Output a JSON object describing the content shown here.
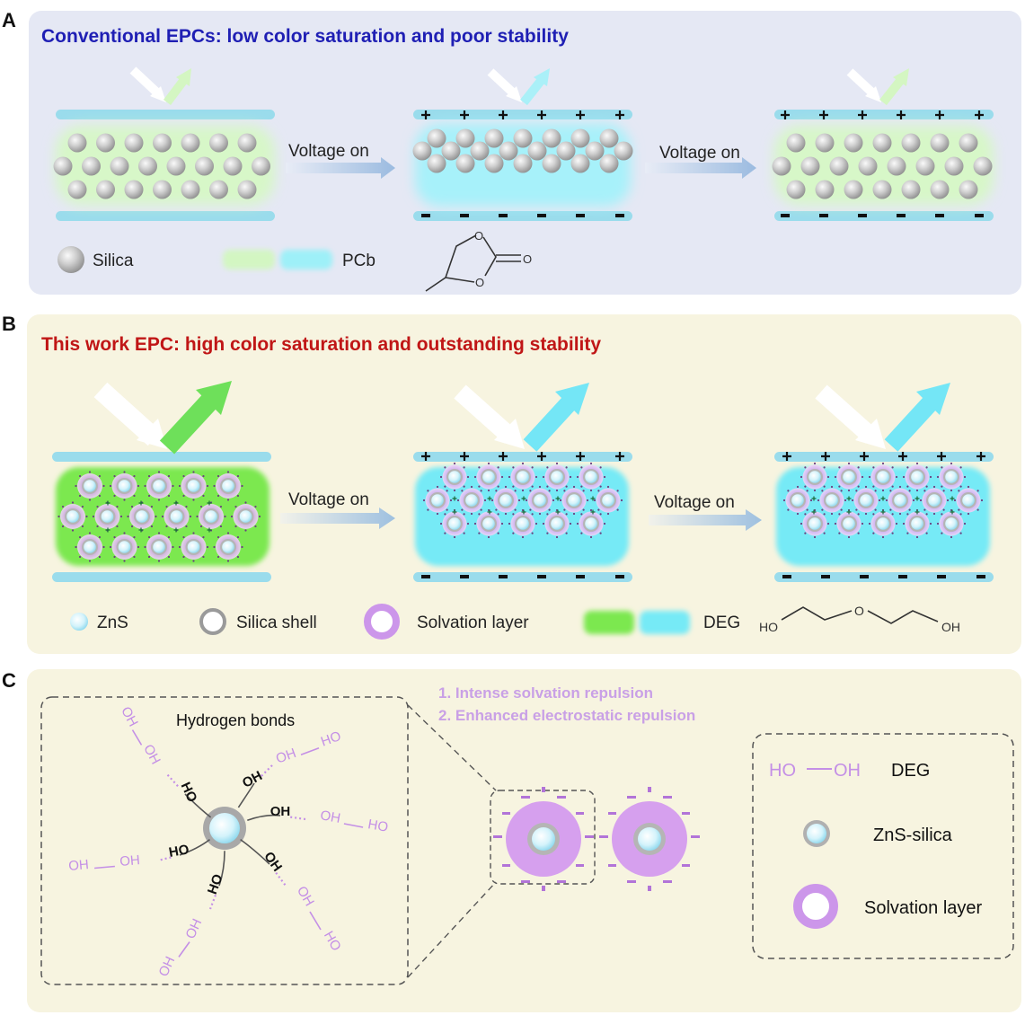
{
  "panel_a": {
    "letter": "A",
    "title": "Conventional EPCs: low color saturation and poor stability",
    "arrow_label_1": "Voltage on",
    "arrow_label_2": "Voltage on",
    "legend": {
      "silica": "Silica",
      "pcb": "PCb"
    },
    "molecule": {
      "o1": "O",
      "o2": "O",
      "o3": "O"
    }
  },
  "panel_b": {
    "letter": "B",
    "title": "This work EPC: high color saturation and outstanding stability",
    "arrow_label_1": "Voltage on",
    "arrow_label_2": "Voltage on",
    "legend": {
      "zns": "ZnS",
      "silica_shell": "Silica shell",
      "solvation": "Solvation layer",
      "deg": "DEG"
    },
    "molecule": {
      "ho": "HO",
      "o": "O",
      "oh": "OH"
    }
  },
  "panel_c": {
    "letter": "C",
    "inset_title": "Hydrogen bonds",
    "notes": [
      "1.  Intense solvation repulsion",
      "2.  Enhanced electrostatic repulsion"
    ],
    "legend": {
      "deg_ho": "HO",
      "deg_oh": "OH",
      "deg": "DEG",
      "zns_silica": "ZnS-silica",
      "solvation": "Solvation layer"
    },
    "hb": {
      "oh": "OH",
      "ho": "HO"
    }
  },
  "colors": {
    "panel_a_bg": "#e5e8f4",
    "panel_bc_bg": "#f7f4e0",
    "title_a": "#1f1fb4",
    "title_b": "#c01616",
    "electrode": "#9adcec",
    "green": "#7be84f",
    "cyan": "#76eaf6",
    "solvation": "#c892e8",
    "deg_text": "#c48fe6"
  }
}
